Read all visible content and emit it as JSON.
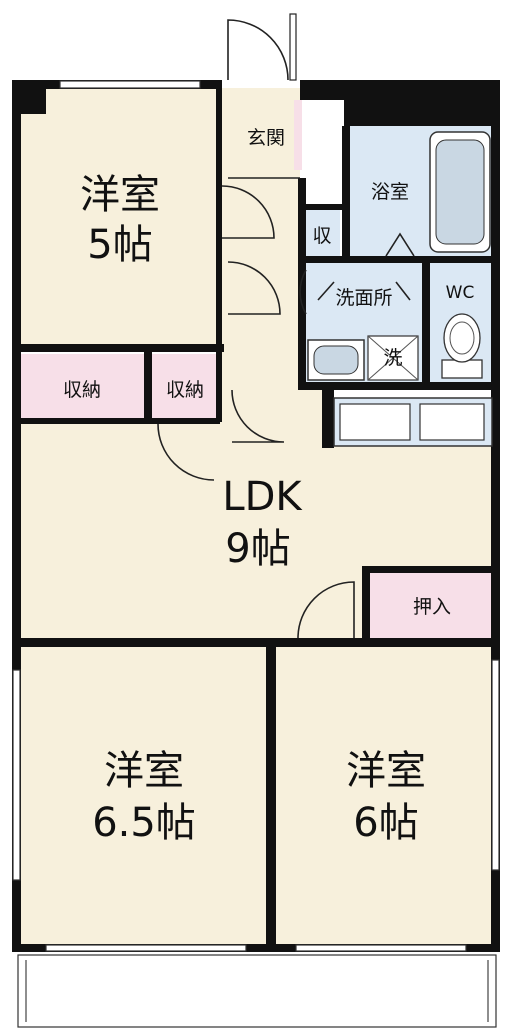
{
  "colors": {
    "floor": "#f7f0dc",
    "wet": "#dbe8f4",
    "storage": "#f7dfe8",
    "wall": "#111111",
    "fixture": "#c9d7e3"
  },
  "rooms": {
    "western_5": {
      "name": "洋室",
      "size": "5帖"
    },
    "entrance": {
      "name": "玄関"
    },
    "bath": {
      "name": "浴室"
    },
    "shu": {
      "name": "収"
    },
    "washroom": {
      "name": "洗面所"
    },
    "wc": {
      "name": "WC"
    },
    "washer": {
      "name": "洗"
    },
    "storage_left": {
      "name": "収納"
    },
    "storage_right": {
      "name": "収納"
    },
    "ldk": {
      "name": "LDK",
      "size": "9帖"
    },
    "oshiire": {
      "name": "押入"
    },
    "western_65": {
      "name": "洋室",
      "size": "6.5帖"
    },
    "western_6": {
      "name": "洋室",
      "size": "6帖"
    }
  }
}
